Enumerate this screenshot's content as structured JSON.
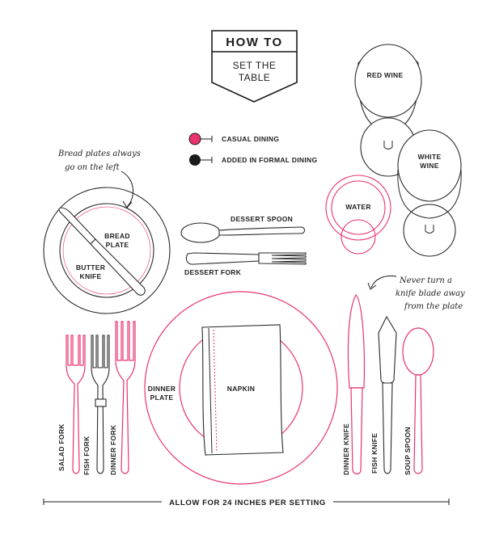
{
  "title": {
    "line1": "HOW TO",
    "line2": "SET THE",
    "line3": "TABLE"
  },
  "legend": [
    {
      "label": "CASUAL DINING",
      "color": "#e8336d"
    },
    {
      "label": "ADDED IN FORMAL DINING",
      "color": "#1a1a1a"
    }
  ],
  "notes": {
    "bread_line1": "Bread plates always",
    "bread_line2": "go on the left",
    "knife_line1": "Never turn a",
    "knife_line2": "knife blade away",
    "knife_line3": "from the plate"
  },
  "labels": {
    "red_wine": "RED WINE",
    "white_wine_1": "WHITE",
    "white_wine_2": "WINE",
    "water": "WATER",
    "bread_plate_1": "BREAD",
    "bread_plate_2": "PLATE",
    "butter_knife_1": "BUTTER",
    "butter_knife_2": "KNIFE",
    "dessert_spoon": "DESSERT SPOON",
    "dessert_fork": "DESSERT FORK",
    "dinner_plate_1": "DINNER",
    "dinner_plate_2": "PLATE",
    "napkin": "NAPKIN",
    "salad_fork": "SALAD FORK",
    "fish_fork": "FISH FORK",
    "dinner_fork": "DINNER FORK",
    "dinner_knife": "DINNER KNIFE",
    "fish_knife": "FISH KNIFE",
    "soup_spoon": "SOUP SPOON"
  },
  "footer": "ALLOW FOR 24 INCHES PER SETTING",
  "colors": {
    "casual": "#e8336d",
    "formal": "#1a1a1a",
    "outline": "#2a2a2a"
  }
}
